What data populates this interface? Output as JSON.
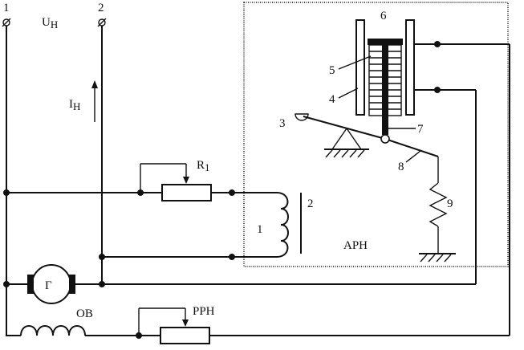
{
  "terminals": {
    "t1": "1",
    "t2": "2"
  },
  "voltage_label": "U",
  "voltage_sub": "Н",
  "current_label": "I",
  "current_sub": "Н",
  "resistor_r1_label": "R",
  "resistor_r1_sub": "1",
  "coil_number": "1",
  "core_number": "2",
  "lever_pivot_number": "3",
  "cylinder_number": "4",
  "carbon_pile_number": "5",
  "top_plate_number": "6",
  "rod_number": "7",
  "lever_number": "8",
  "spring_number": "9",
  "regulator_label": "АРН",
  "generator_label": "Г",
  "field_winding_label": "ОВ",
  "rheostat_label": "РРН"
}
